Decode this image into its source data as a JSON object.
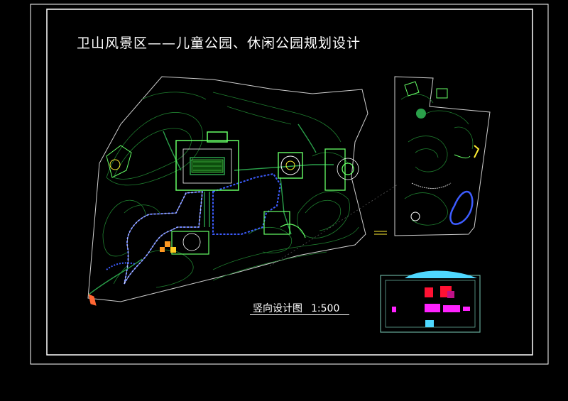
{
  "drawing": {
    "title": "卫山风景区——儿童公园、休闲公园规划设计",
    "plan_name": "竖向设计图",
    "scale": "1:500"
  },
  "colors": {
    "background": "#000000",
    "frame": "#ffffff",
    "contour": "#1f7f2f",
    "path": "#2aa04a",
    "building": "#66ff66",
    "water_edge": "#3d5cff",
    "accent_cyan": "#4fd8ff",
    "accent_magenta": "#ff22ff",
    "accent_red": "#ff1133",
    "accent_yellow": "#ffee33"
  }
}
